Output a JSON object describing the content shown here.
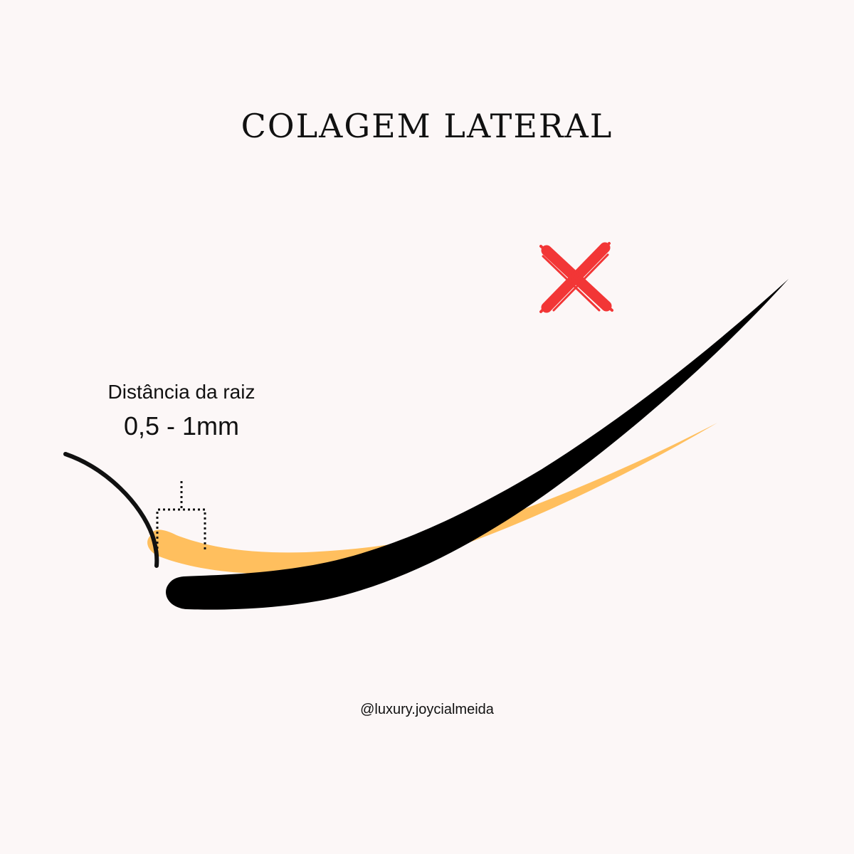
{
  "title": "COLAGEM LATERAL",
  "distance": {
    "label": "Distância da raiz",
    "value": "0,5 - 1mm"
  },
  "handle": "@luxury.joycialmeida",
  "colors": {
    "background": "#fcf7f7",
    "natural_lash": "#ffbf5e",
    "extension": "#000000",
    "wrong_mark": "#f23636",
    "text": "#111111"
  },
  "icons": {
    "wrong_mark": "x-mark-icon"
  }
}
